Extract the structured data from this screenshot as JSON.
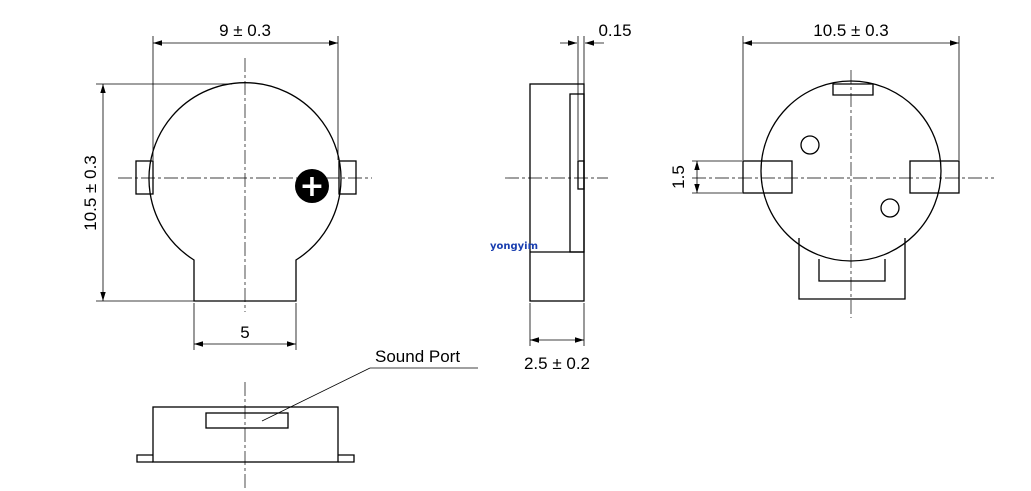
{
  "drawing": {
    "front_view": {
      "width_dim": "9 ± 0.3",
      "height_dim": "10.5 ± 0.3",
      "tab_dim": "5",
      "polarity_mark": "+"
    },
    "side_view": {
      "thickness_dim": "2.5 ± 0.2",
      "offset_dim": "0.15"
    },
    "back_view": {
      "width_dim": "10.5 ± 0.3",
      "pad_dim": "1.5"
    },
    "bottom_view": {
      "sound_port_label": "Sound Port"
    },
    "watermark": "yongyim"
  }
}
